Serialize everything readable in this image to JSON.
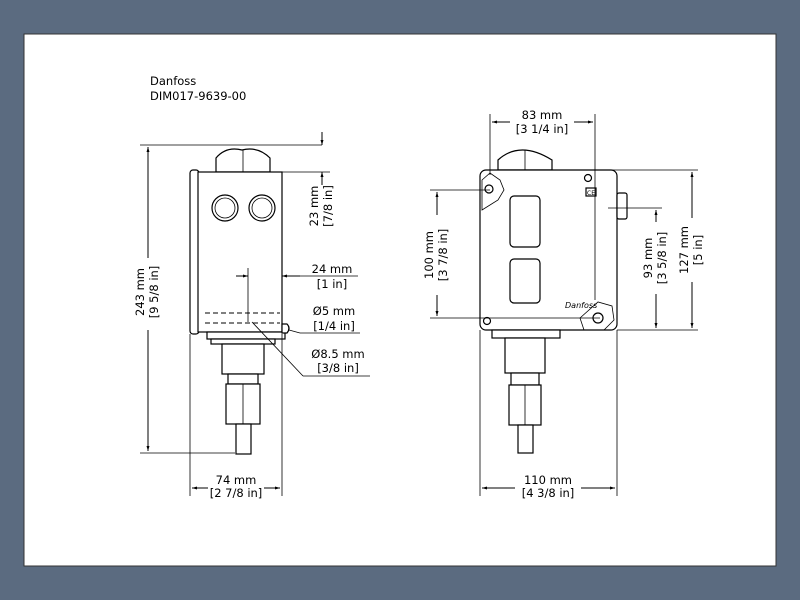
{
  "header": {
    "brand": "Danfoss",
    "drawing_id": "DIM017-9639-00"
  },
  "side_view": {
    "height": {
      "mm": "243 mm",
      "in": "[9 5/8 in]"
    },
    "top_offset": {
      "mm": "23 mm",
      "in": "[7/8 in]"
    },
    "center_offset": {
      "mm": "24 mm",
      "in": "[1 in]"
    },
    "hole_small": {
      "mm": "Ø5 mm",
      "in": "[1/4 in]"
    },
    "hole_large": {
      "mm": "Ø8.5 mm",
      "in": "[3/8 in]"
    },
    "width": {
      "mm": "74 mm",
      "in": "[2 7/8 in]"
    }
  },
  "front_view": {
    "top_width": {
      "mm": "83 mm",
      "in": "[3 1/4 in]"
    },
    "hole_spacing": {
      "mm": "100 mm",
      "in": "[3 7/8 in]"
    },
    "side_height": {
      "mm": "93 mm",
      "in": "[3 5/8 in]"
    },
    "body_height": {
      "mm": "127 mm",
      "in": "[5 in]"
    },
    "width": {
      "mm": "110 mm",
      "in": "[4 3/8 in]"
    },
    "ce_mark": "CE",
    "logo": "Danfoss"
  }
}
